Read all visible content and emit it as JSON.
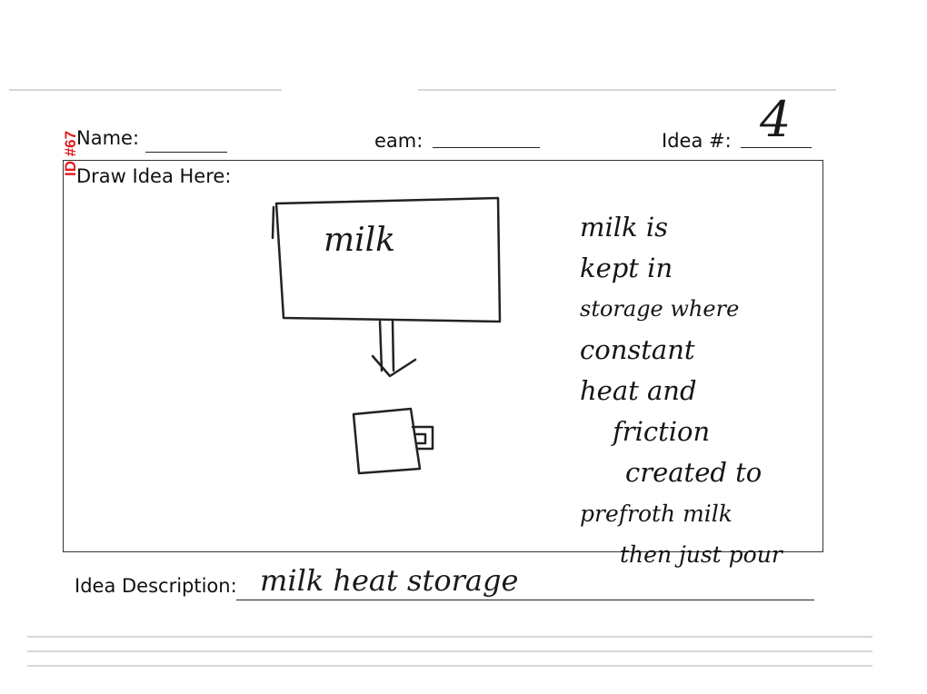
{
  "header": {
    "name_label": "Name:",
    "team_label": "eam:",
    "idea_num_label": "Idea #:",
    "idea_num_value": "4",
    "id_stamp": "ID #67"
  },
  "draw_area": {
    "label": "Draw Idea Here:",
    "box_label": "milk",
    "note_lines": [
      "milk is",
      "kept in",
      "storage where",
      "constant",
      "heat and",
      "friction",
      "created to",
      "prefroth milk",
      "then just pour"
    ]
  },
  "description": {
    "label": "Idea Description:",
    "value": "milk heat storage"
  },
  "colors": {
    "stamp": "#e11b1b",
    "ink": "#1a1a1a"
  }
}
